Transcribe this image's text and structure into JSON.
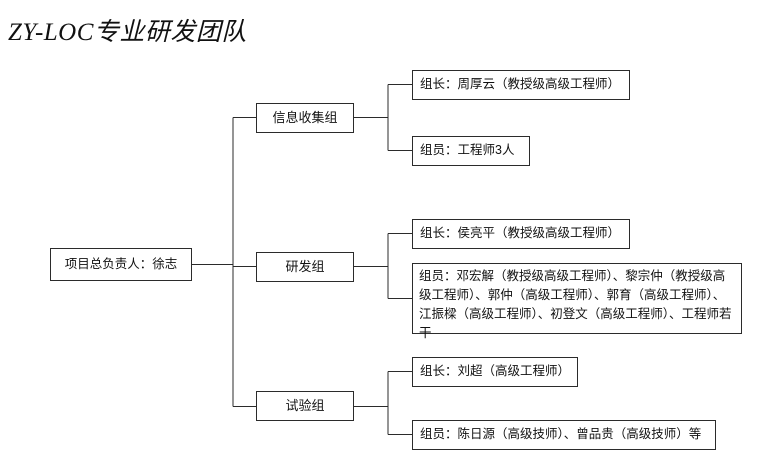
{
  "title": "ZY-LOC专业研发团队",
  "root": {
    "label": "项目总负责人：徐志"
  },
  "groups": [
    {
      "label": "信息收集组",
      "leaves": [
        {
          "label": "组长：周厚云（教授级高级工程师）"
        },
        {
          "label": "组员：工程师3人"
        }
      ]
    },
    {
      "label": "研发组",
      "leaves": [
        {
          "label": "组长：侯亮平（教授级高级工程师）"
        },
        {
          "label": "组员：邓宏解（教授级高级工程师）、黎宗仲（教授级高级工程师）、郭仲（高级工程师）、郭育（高级工程师）、江振樑（高级工程师）、初登文（高级工程师）、工程师若干"
        }
      ]
    },
    {
      "label": "试验组",
      "leaves": [
        {
          "label": "组长：刘超（高级工程师）"
        },
        {
          "label": "组员：陈日源（高级技师）、曾品贵（高级技师）等"
        }
      ]
    }
  ],
  "colors": {
    "line": "#2b2b2b",
    "box_border": "#2b2b2b",
    "background": "#ffffff",
    "text": "#111111"
  }
}
